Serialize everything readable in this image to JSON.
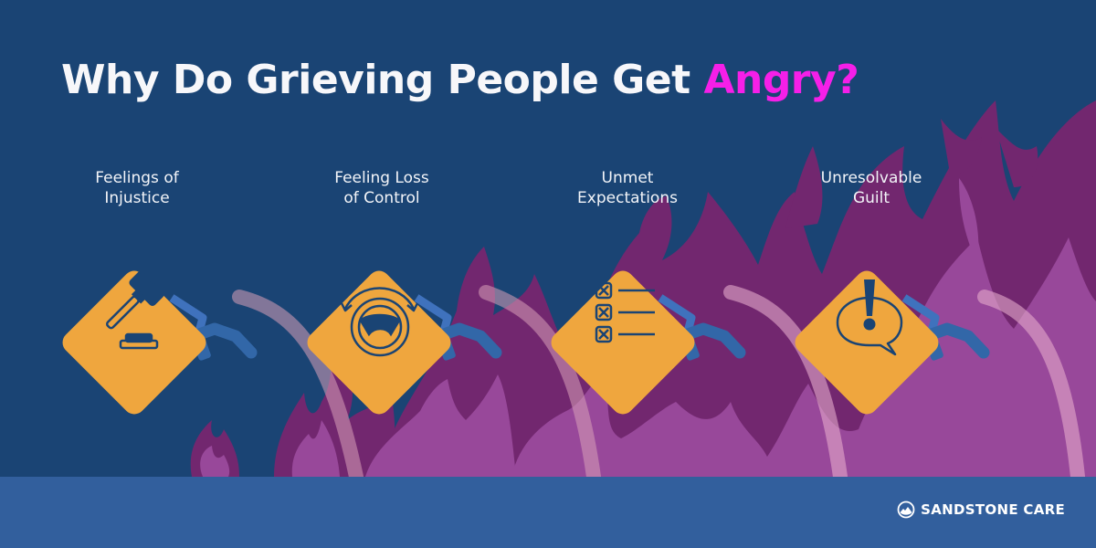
{
  "title": {
    "prefix": "Why Do Grieving People Get ",
    "accent": "Angry?"
  },
  "reasons": [
    {
      "label_line1": "Feelings of",
      "label_line2": "Injustice",
      "icon": "gavel-icon"
    },
    {
      "label_line1": "Feeling Loss",
      "label_line2": "of Control",
      "icon": "steering-wheel-icon"
    },
    {
      "label_line1": "Unmet",
      "label_line2": "Expectations",
      "icon": "checklist-icon"
    },
    {
      "label_line1": "Unresolvable",
      "label_line2": "Guilt",
      "icon": "exclamation-speech-bubble-icon"
    }
  ],
  "brand": {
    "name": "SANDSTONE CARE",
    "icon": "mountain-circle-logo-icon"
  },
  "colors": {
    "background": "#1a4474",
    "accent": "#f51fe8",
    "can": "#efa63e",
    "nozzle": "#3f72bd",
    "flame_dark": "#72276f",
    "flame_light": "#98489a",
    "footer": "#325f9d"
  }
}
